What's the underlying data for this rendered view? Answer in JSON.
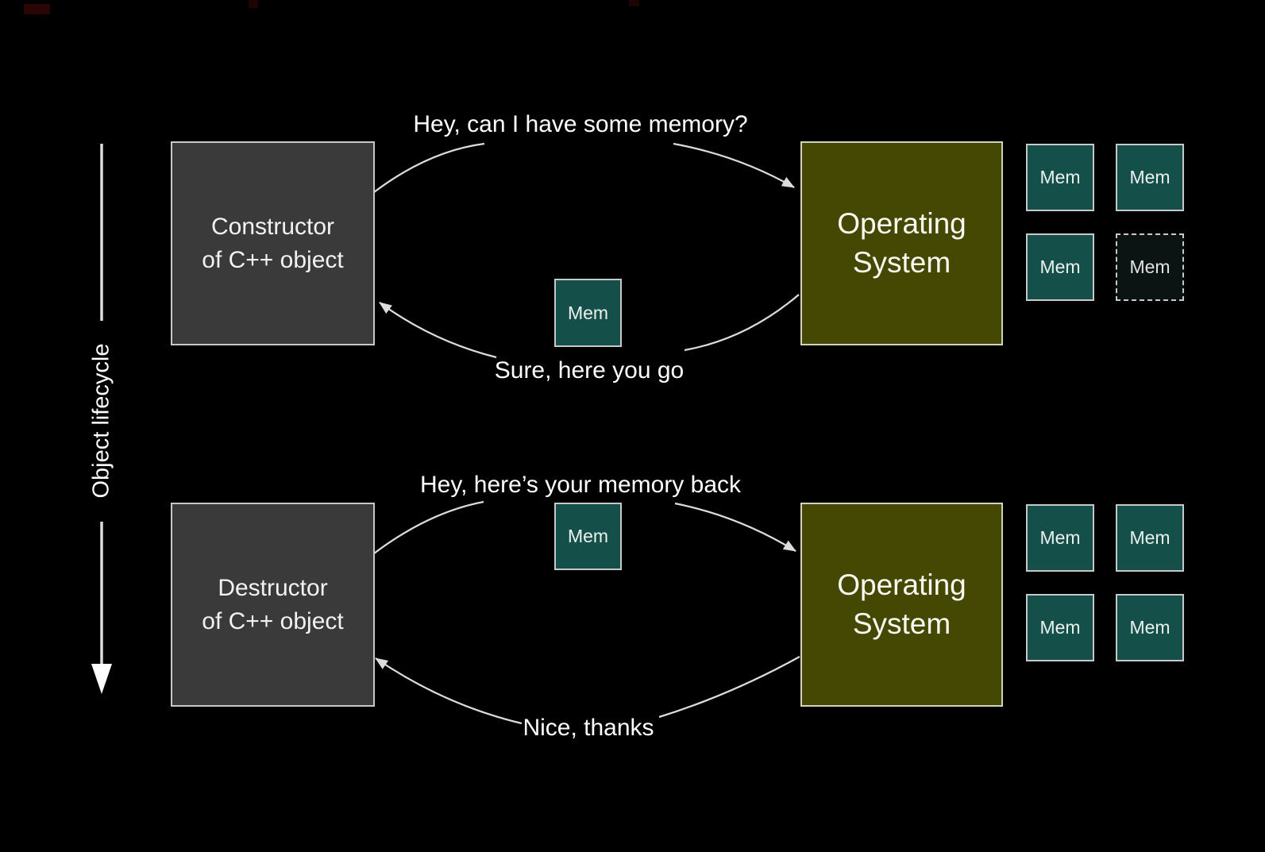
{
  "lifecycle": {
    "label": "Object lifecycle"
  },
  "allocation": {
    "actor": {
      "line1": "Constructor",
      "line2": "of C++ object"
    },
    "os": {
      "line1": "Operating",
      "line2": "System"
    },
    "request_text": "Hey, can I have some memory?",
    "response_text": "Sure, here you go",
    "transfer_mem_label": "Mem",
    "mem_grid": [
      {
        "label": "Mem",
        "state": "allocated"
      },
      {
        "label": "Mem",
        "state": "allocated"
      },
      {
        "label": "Mem",
        "state": "allocated"
      },
      {
        "label": "Mem",
        "state": "given-away"
      }
    ]
  },
  "deallocation": {
    "actor": {
      "line1": "Destructor",
      "line2": "of C++ object"
    },
    "os": {
      "line1": "Operating",
      "line2": "System"
    },
    "request_text": "Hey, here’s your memory back",
    "response_text": "Nice, thanks",
    "transfer_mem_label": "Mem",
    "mem_grid": [
      {
        "label": "Mem",
        "state": "allocated"
      },
      {
        "label": "Mem",
        "state": "allocated"
      },
      {
        "label": "Mem",
        "state": "allocated"
      },
      {
        "label": "Mem",
        "state": "allocated"
      }
    ]
  },
  "colors": {
    "background": "#000000",
    "object_box": "#3a3a3a",
    "os_box": "#454802",
    "mem_box": "#154f4a",
    "mem_box_empty": "#0b1412",
    "line": "#dcdcdc"
  }
}
